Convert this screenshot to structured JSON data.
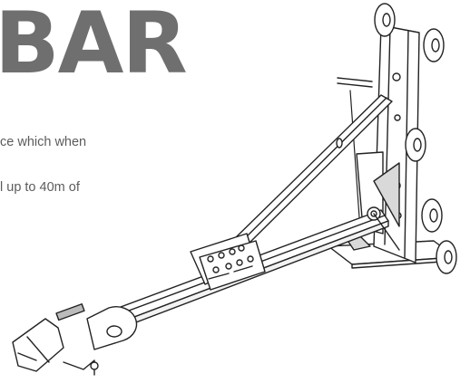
{
  "page": {
    "headline": "BAR",
    "body_lines": [
      "ce which when",
      "l up to 40m of"
    ]
  },
  "illustration": {
    "icon": "tow-bar-dolly-drawing",
    "stroke_color": "#222222",
    "fill_color": "#ffffff",
    "shade_color": "#d9d9d9"
  }
}
